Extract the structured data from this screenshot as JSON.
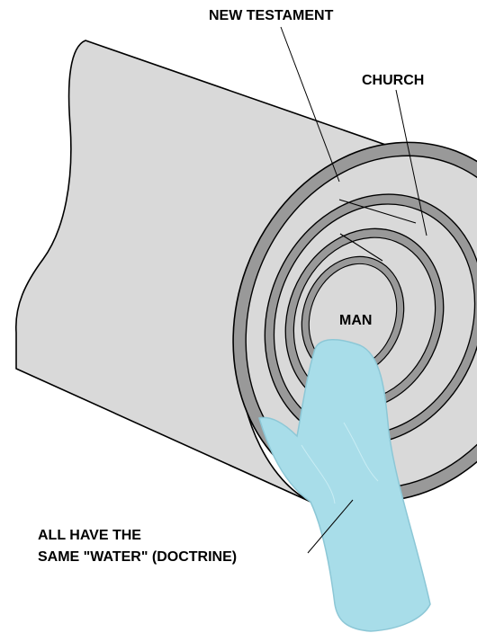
{
  "labels": {
    "new_testament": "NEW TESTAMENT",
    "church": "CHURCH",
    "man": "MAN",
    "water_line1": "ALL HAVE THE",
    "water_line2": "SAME \"WATER\" (DOCTRINE)"
  },
  "colors": {
    "cylinder_body": "#d9d9d9",
    "ring_band": "#999999",
    "outline": "#000000",
    "water": "#a8dde9",
    "water_stroke": "#8cc7d6",
    "background": "#ffffff"
  }
}
